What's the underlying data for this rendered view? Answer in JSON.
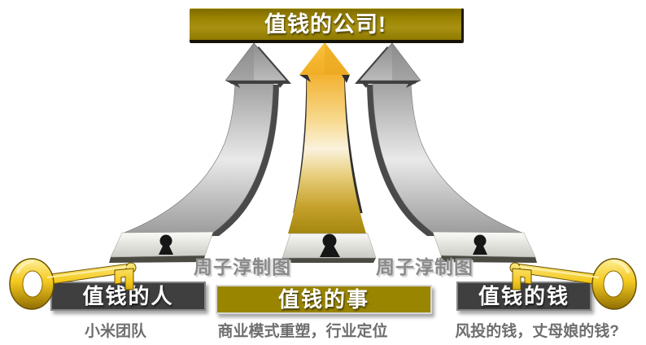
{
  "title": {
    "label": "值钱的公司!"
  },
  "watermark": {
    "left": "周子淳制图",
    "right": "周子淳制图"
  },
  "columns": [
    {
      "heading": "值钱的人",
      "subtitle": "小米团队",
      "style": "dark"
    },
    {
      "heading": "值钱的事",
      "subtitle": "商业模式重塑，行业定位",
      "style": "gold"
    },
    {
      "heading": "值钱的钱",
      "subtitle": "风投的钱，丈母娘的钱?",
      "style": "dark"
    }
  ],
  "icons": {
    "keyhole_count": 3,
    "key_count": 2,
    "arrow_count": 3
  },
  "colors": {
    "banner_gold": "#9a8400",
    "box_gold": "#9a8500",
    "box_dark": "#3f3f3f",
    "arrow_gold": "#f2b231",
    "arrow_silver": "#c9c9c9",
    "key_gold": "#f4c91f",
    "keyhole_black": "#161616",
    "watermark_gray": "#8a8a8a",
    "subtitle_gray": "#6e6e6e"
  }
}
